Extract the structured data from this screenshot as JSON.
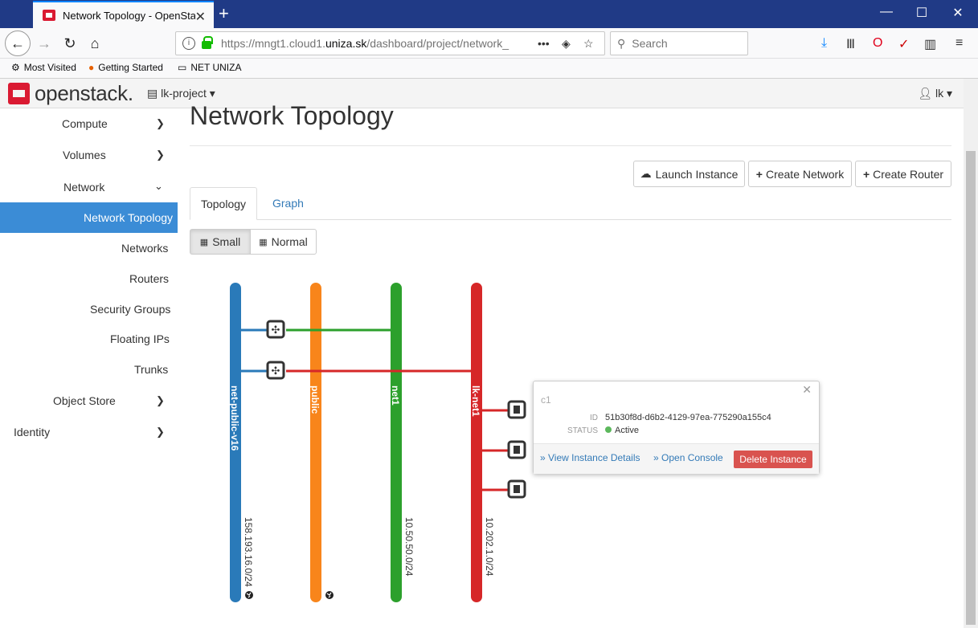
{
  "browser": {
    "tab_title": "Network Topology - OpenStack",
    "url_prefix": "https://mngt1.cloud1.",
    "url_domain": "uniza.sk",
    "url_suffix": "/dashboard/project/network_",
    "search_placeholder": "Search",
    "bookmarks": [
      "Most Visited",
      "Getting Started",
      "NET UNIZA"
    ]
  },
  "header": {
    "logo_text": "openstack.",
    "project": "lk-project",
    "user": "lk"
  },
  "sidebar": {
    "items": [
      {
        "label": "Compute"
      },
      {
        "label": "Volumes"
      },
      {
        "label": "Network"
      },
      {
        "label": "Network Topology"
      },
      {
        "label": "Networks"
      },
      {
        "label": "Routers"
      },
      {
        "label": "Security Groups"
      },
      {
        "label": "Floating IPs"
      },
      {
        "label": "Trunks"
      },
      {
        "label": "Object Store"
      },
      {
        "label": "Identity"
      }
    ]
  },
  "main": {
    "title": "Network Topology",
    "buttons": {
      "launch": "Launch Instance",
      "create_network": "Create Network",
      "create_router": "Create Router"
    },
    "tabs": [
      "Topology",
      "Graph"
    ],
    "size_toggle": [
      "Small",
      "Normal"
    ]
  },
  "topology": {
    "networks": [
      {
        "name": "net-public-v16",
        "cidr": "158.193.16.0/24",
        "color": "#2a7ab9",
        "external": true
      },
      {
        "name": "public",
        "cidr": "",
        "color": "#f8851b",
        "external": true
      },
      {
        "name": "net1",
        "cidr": "10.50.50.0/24",
        "color": "#2ca02c",
        "external": false
      },
      {
        "name": "lk-net1",
        "cidr": "10.202.1.0/24",
        "color": "#d62728",
        "external": false
      }
    ]
  },
  "popup": {
    "name": "c1",
    "id_label": "ID",
    "id_value": "51b30f8d-d6b2-4129-97ea-775290a155c4",
    "status_label": "STATUS",
    "status_value": "Active",
    "view_details": "» View Instance Details",
    "open_console": "» Open Console",
    "delete": "Delete Instance"
  }
}
